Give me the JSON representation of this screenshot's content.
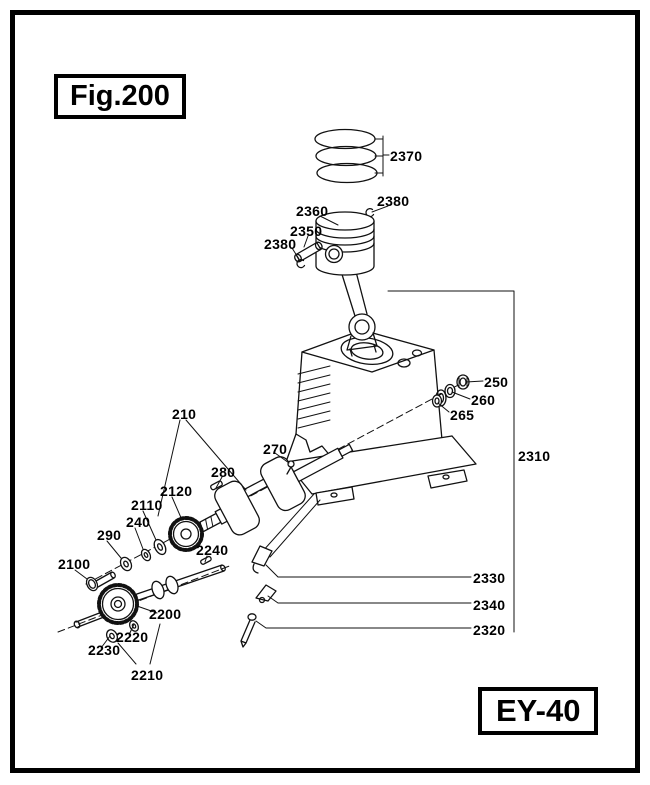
{
  "figure": {
    "label": "Fig.200",
    "model": "EY-40"
  },
  "colors": {
    "ink": "#000000",
    "background": "#ffffff"
  },
  "parts": [
    {
      "number": "2370"
    },
    {
      "number": "2380"
    },
    {
      "number": "2360"
    },
    {
      "number": "2350"
    },
    {
      "number": "2380"
    },
    {
      "number": "250"
    },
    {
      "number": "260"
    },
    {
      "number": "265"
    },
    {
      "number": "2310"
    },
    {
      "number": "210"
    },
    {
      "number": "270"
    },
    {
      "number": "280"
    },
    {
      "number": "2120"
    },
    {
      "number": "2110"
    },
    {
      "number": "240"
    },
    {
      "number": "290"
    },
    {
      "number": "2100"
    },
    {
      "number": "2240"
    },
    {
      "number": "2200"
    },
    {
      "number": "2220"
    },
    {
      "number": "2230"
    },
    {
      "number": "2210"
    },
    {
      "number": "2330"
    },
    {
      "number": "2340"
    },
    {
      "number": "2320"
    }
  ]
}
